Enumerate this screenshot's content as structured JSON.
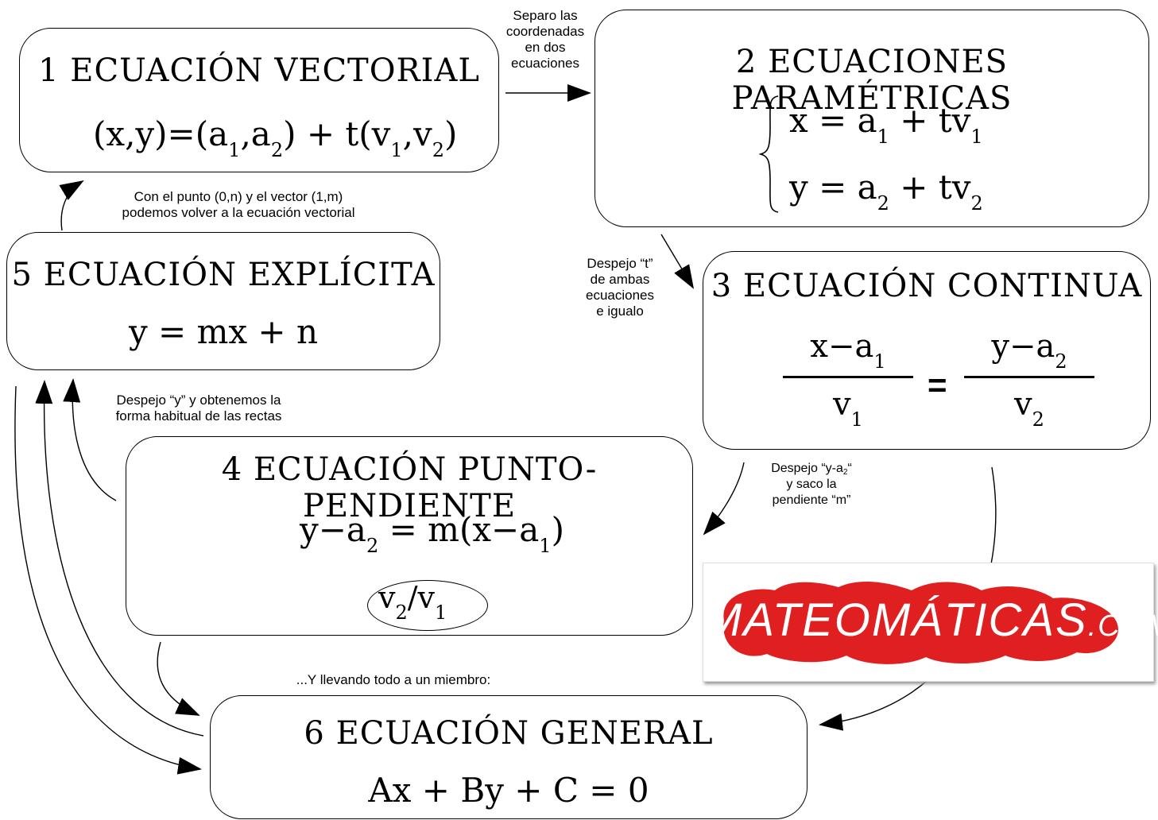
{
  "boxes": {
    "b1": {
      "title": "1 ECUACIÓN VECTORIAL",
      "formula": {
        "p1": "(x,y)=(a",
        "s1": "1",
        "p2": ",a",
        "s2": "2",
        "p3": ") + t(v",
        "s3": "1",
        "p4": ",v",
        "s4": "2",
        "p5": ")"
      }
    },
    "b2": {
      "title": "2 ECUACIONES PARAMÉTRICAS",
      "line1": {
        "p1": "x = a",
        "s1": "1",
        "p2": " + tv",
        "s2": "1"
      },
      "line2": {
        "p1": "y = a",
        "s1": "2",
        "p2": " + tv",
        "s2": "2"
      }
    },
    "b3": {
      "title": "3 ECUACIÓN CONTINUA",
      "left": {
        "num": "x−a",
        "num_sub": "1",
        "den": "v",
        "den_sub": "1"
      },
      "equals": "=",
      "right": {
        "num": "y−a",
        "num_sub": "2",
        "den": "v",
        "den_sub": "2"
      }
    },
    "b4": {
      "title": "4 ECUACIÓN PUNTO-PENDIENTE",
      "formula": {
        "p1": "y−a",
        "s1": "2",
        "p2": " = m(x−a",
        "s2": "1",
        "p3": ")"
      },
      "slope": {
        "p1": "v",
        "s1": "2",
        "p2": "/v",
        "s2": "1"
      }
    },
    "b5": {
      "title": "5 ECUACIÓN EXPLÍCITA",
      "formula": "y = mx + n"
    },
    "b6": {
      "title": "6 ECUACIÓN GENERAL",
      "formula": "Ax + By + C = 0"
    }
  },
  "notes": {
    "n12": [
      "Separo las",
      "coordenadas",
      "en dos",
      "ecuaciones"
    ],
    "n51": [
      "Con el punto (0,n) y el vector (1,m)",
      "podemos volver a la ecuación vectorial"
    ],
    "n23": [
      "Despejo “t”",
      "de ambas",
      "ecuaciones",
      "e igualo"
    ],
    "n45": [
      "Despejo “y” y obtenemos la",
      "forma habitual de las rectas"
    ],
    "n34": {
      "p1": "Despejo “y-a",
      "s1": "2",
      "p2": "“",
      "line2": "y saco la",
      "line3": "pendiente “m”"
    },
    "n46": "...Y llevando todo a un miembro:"
  },
  "logo": {
    "text": "MATEOMÁTICAS",
    "suffix": ".COM",
    "color": "#e02020"
  }
}
